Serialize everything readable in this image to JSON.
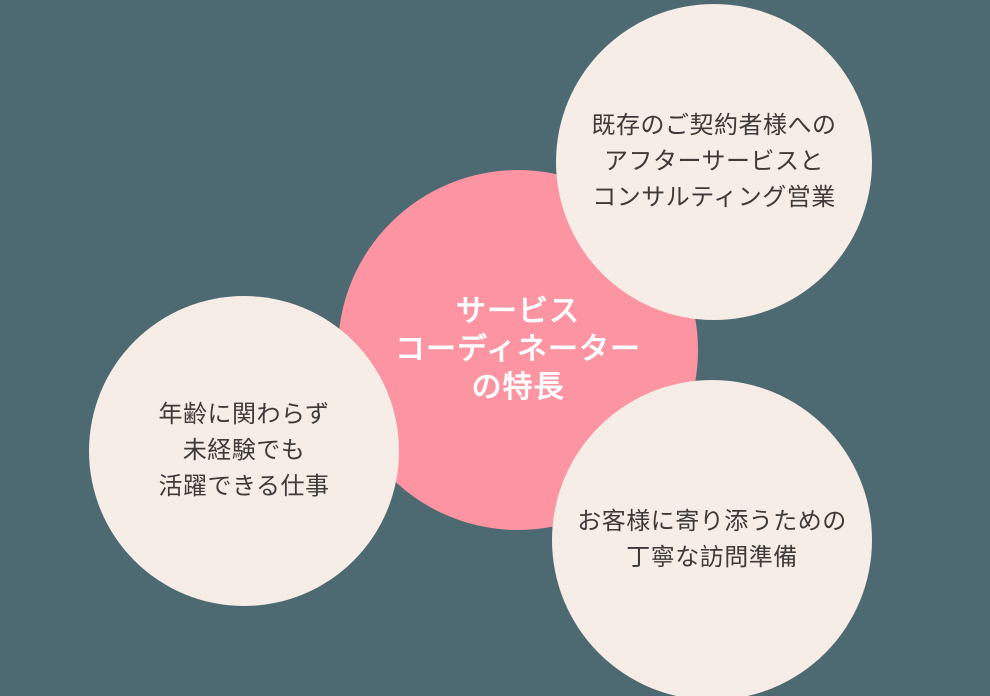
{
  "colors": {
    "background": "#4D6971",
    "center_circle": "#FD94A2",
    "center_text": "#FFFFFF",
    "satellite_circle": "#F6EDE7",
    "satellite_text": "#3E3A39"
  },
  "center_circle": {
    "lines": [
      "サービス",
      "コーディネーター",
      "の特長"
    ]
  },
  "satellites": [
    {
      "lines": [
        "既存のご契約者様への",
        "アフターサービスと",
        "コンサルティング営業"
      ]
    },
    {
      "lines": [
        "年齢に関わらず",
        "未経験でも",
        "活躍できる仕事"
      ]
    },
    {
      "lines": [
        "お客様に寄り添うための",
        "丁寧な訪問準備"
      ]
    }
  ]
}
